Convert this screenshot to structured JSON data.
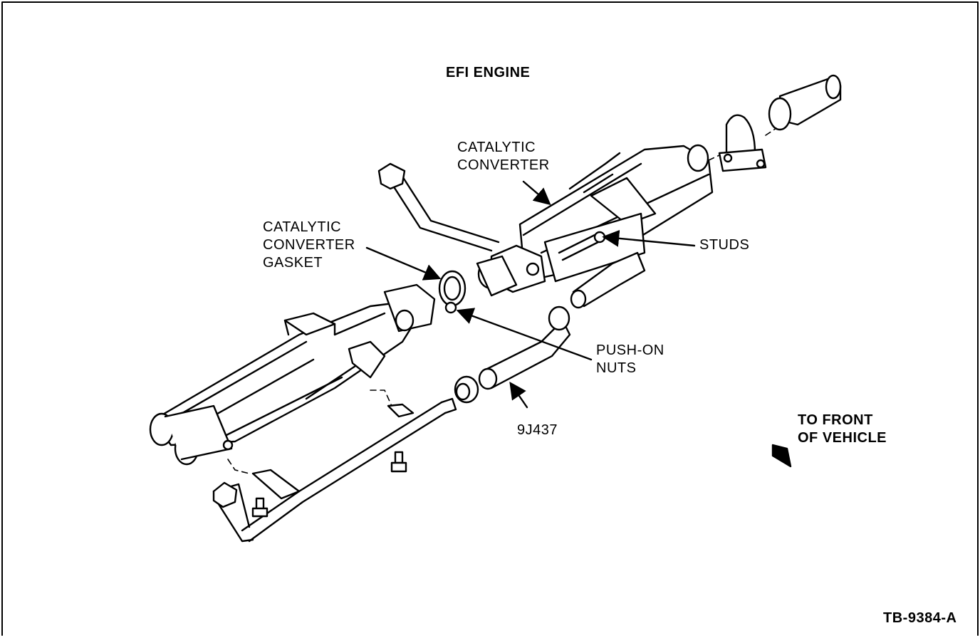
{
  "title": "EFI ENGINE",
  "labels": {
    "catalytic_converter": [
      "CATALYTIC",
      "CONVERTER"
    ],
    "gasket": [
      "CATALYTIC",
      "CONVERTER",
      "GASKET"
    ],
    "studs": "STUDS",
    "push_on_nuts": [
      "PUSH-ON",
      "NUTS"
    ],
    "part_number": "9J437",
    "front": [
      "TO FRONT",
      "OF VEHICLE"
    ]
  },
  "figure_id": "TB-9384-A"
}
